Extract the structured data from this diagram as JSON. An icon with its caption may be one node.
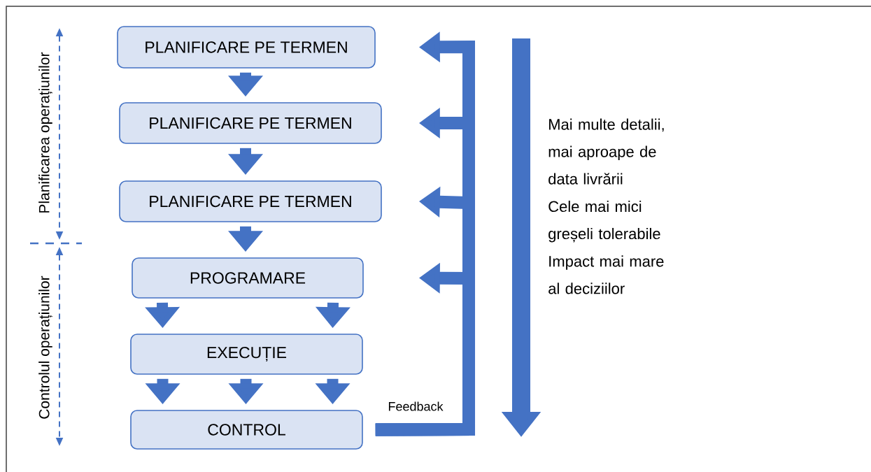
{
  "diagram": {
    "nodes": [
      {
        "text": [
          "PLANIFICARE PE TERMEN"
        ]
      },
      {
        "text": [
          "PLANIFICARE PE TERMEN"
        ]
      },
      {
        "text": [
          "PLANIFICARE PE TERMEN"
        ]
      },
      {
        "text": [
          "PROGRAMARE"
        ]
      },
      {
        "text": [
          "EXECUȚIE"
        ]
      },
      {
        "text": [
          "CONTROL"
        ]
      }
    ],
    "edges": [
      {
        "from": 0,
        "to": 1,
        "arrow": "to"
      },
      {
        "from": 1,
        "to": 2,
        "arrow": "to"
      },
      {
        "from": 2,
        "to": 3,
        "arrow": "to"
      },
      {
        "from": 3,
        "to": 4,
        "arrow": "to"
      },
      {
        "from": 3,
        "to": 4,
        "arrow": "to"
      },
      {
        "from": 4,
        "to": 5,
        "arrow": "to"
      },
      {
        "from": 4,
        "to": 5,
        "arrow": "to"
      },
      {
        "from": 4,
        "to": 5,
        "arrow": "to"
      },
      {
        "from": 5,
        "to": 3,
        "arrow": "to"
      },
      {
        "from": 5,
        "to": 2,
        "arrow": "to"
      },
      {
        "from": 5,
        "to": 1,
        "arrow": "to"
      },
      {
        "from": 5,
        "to": 0,
        "arrow": "to",
        "label": "Feedback"
      }
    ],
    "labels": [
      "Planificarea operațiunilor",
      "Controlul operațiunilor",
      "Mai multe detalii, mai aproape de data livrării",
      "Cele mai mici greșeli tolerabile",
      "Impact mai mare al deciziilor"
    ]
  }
}
